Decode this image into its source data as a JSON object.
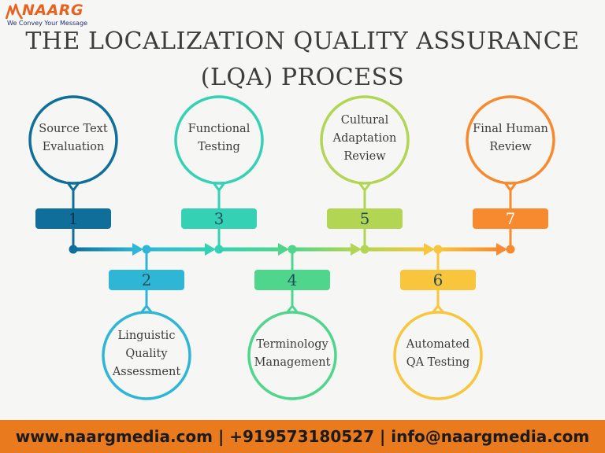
{
  "brand": {
    "name": "NAARG",
    "tagline": "We Convey Your Message",
    "color": "#e8621f"
  },
  "title": "THE LOCALIZATION QUALITY ASSURANCE (LQA) PROCESS",
  "steps": [
    {
      "number": "1",
      "label": "Source Text Evaluation",
      "color": "#0f6f9a"
    },
    {
      "number": "2",
      "label": "Linguistic Quality Assessment",
      "color": "#2fb6d6"
    },
    {
      "number": "3",
      "label": "Functional Testing",
      "color": "#35d1b4"
    },
    {
      "number": "4",
      "label": "Terminology Management",
      "color": "#4fd68c"
    },
    {
      "number": "5",
      "label": "Cultural Adaptation Review",
      "color": "#b2d653"
    },
    {
      "number": "6",
      "label": "Automated QA Testing",
      "color": "#f8c53c"
    },
    {
      "number": "7",
      "label": "Final Human Review",
      "color": "#f7892e"
    }
  ],
  "footer": "www.naargmedia.com | +919573180527 | info@naargmedia.com"
}
